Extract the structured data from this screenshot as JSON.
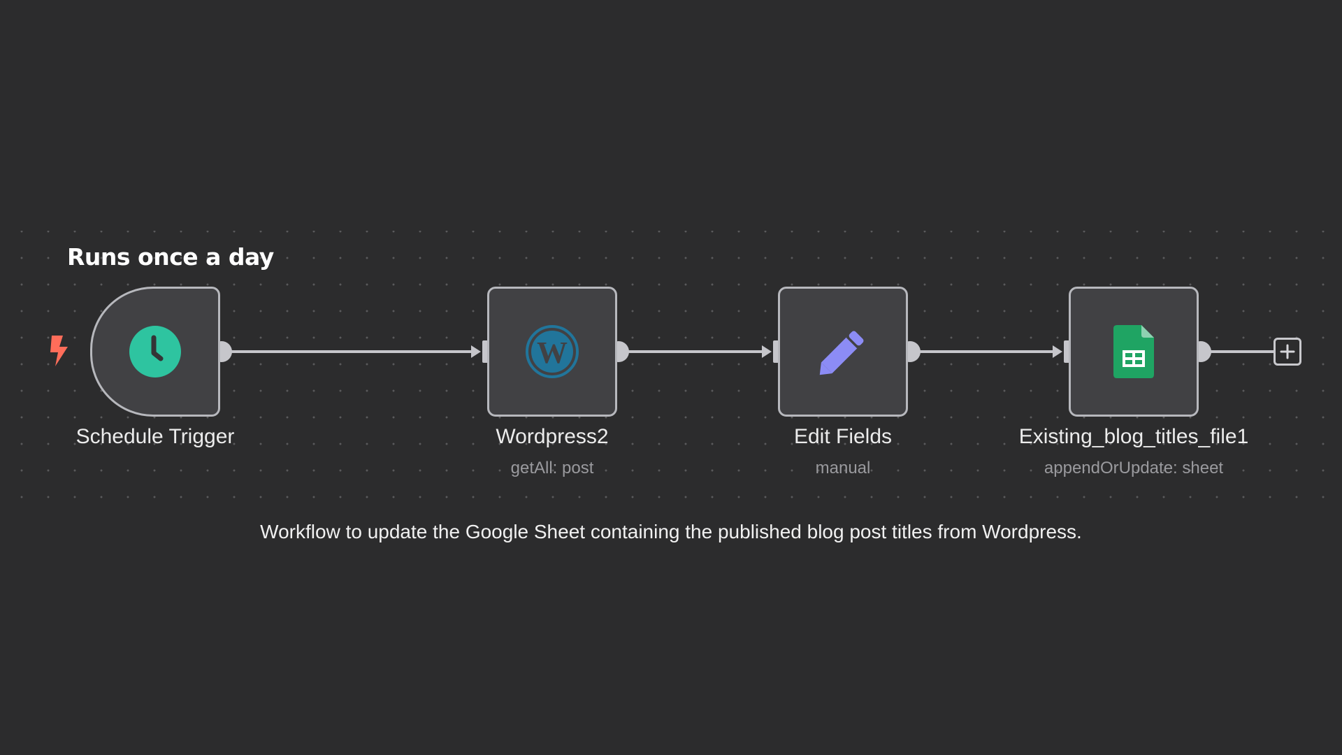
{
  "note": {
    "title": "Runs once a day"
  },
  "nodes": [
    {
      "label": "Schedule Trigger",
      "subtitle": "",
      "icon": "clock-icon"
    },
    {
      "label": "Wordpress2",
      "subtitle": "getAll: post",
      "icon": "wordpress-icon"
    },
    {
      "label": "Edit Fields",
      "subtitle": "manual",
      "icon": "pencil-icon"
    },
    {
      "label": "Existing_blog_titles_file1",
      "subtitle": "appendOrUpdate: sheet",
      "icon": "google-sheets-icon"
    }
  ],
  "caption": "Workflow to update the Google Sheet containing the published blog post titles from Wordpress.",
  "colors": {
    "background": "#2c2c2d",
    "node_fill": "#414144",
    "node_border": "#b7b8bd",
    "trigger_bolt": "#ff6d5a",
    "clock": "#2ec4a0",
    "wordpress": "#21759b",
    "pencil": "#8c8cf5",
    "sheets": "#1fa463"
  }
}
